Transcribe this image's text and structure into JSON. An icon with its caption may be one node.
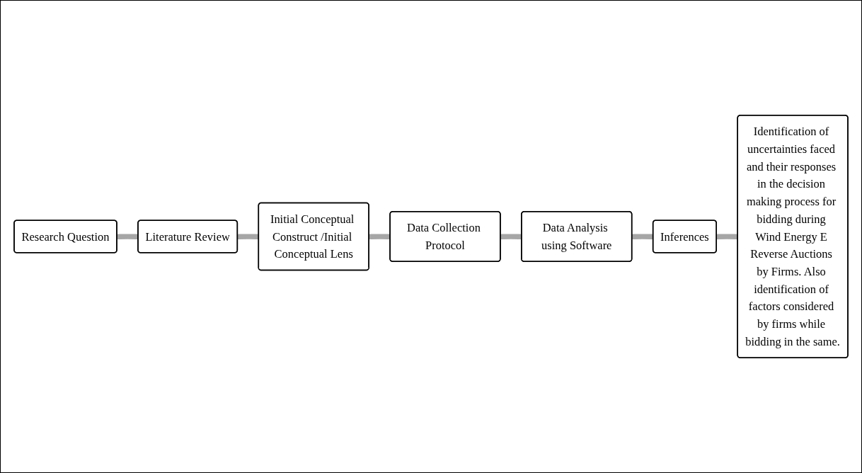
{
  "diagram": {
    "nodes": [
      {
        "text": [
          "Research Question"
        ]
      },
      {
        "text": [
          "Literature Review"
        ]
      },
      {
        "text": [
          "Initial Conceptual Construct /Initial Conceptual Lens"
        ]
      },
      {
        "text": [
          "Data Collection Protocol"
        ]
      },
      {
        "text": [
          "Data Analysis using Software"
        ]
      },
      {
        "text": [
          "Inferences"
        ]
      },
      {
        "text": [
          "Identification of uncertainties faced and their responses in the decision making process for bidding during Wind Energy E Reverse Auctions by Firms. Also identification of factors considered by firms while bidding in the same."
        ]
      }
    ],
    "edges": [
      {
        "from": 0,
        "to": 1,
        "arrow": "none"
      },
      {
        "from": 1,
        "to": 2,
        "arrow": "none"
      },
      {
        "from": 2,
        "to": 3,
        "arrow": "none"
      },
      {
        "from": 3,
        "to": 4,
        "arrow": "none"
      },
      {
        "from": 4,
        "to": 5,
        "arrow": "none"
      },
      {
        "from": 5,
        "to": 6,
        "arrow": "none"
      }
    ]
  }
}
